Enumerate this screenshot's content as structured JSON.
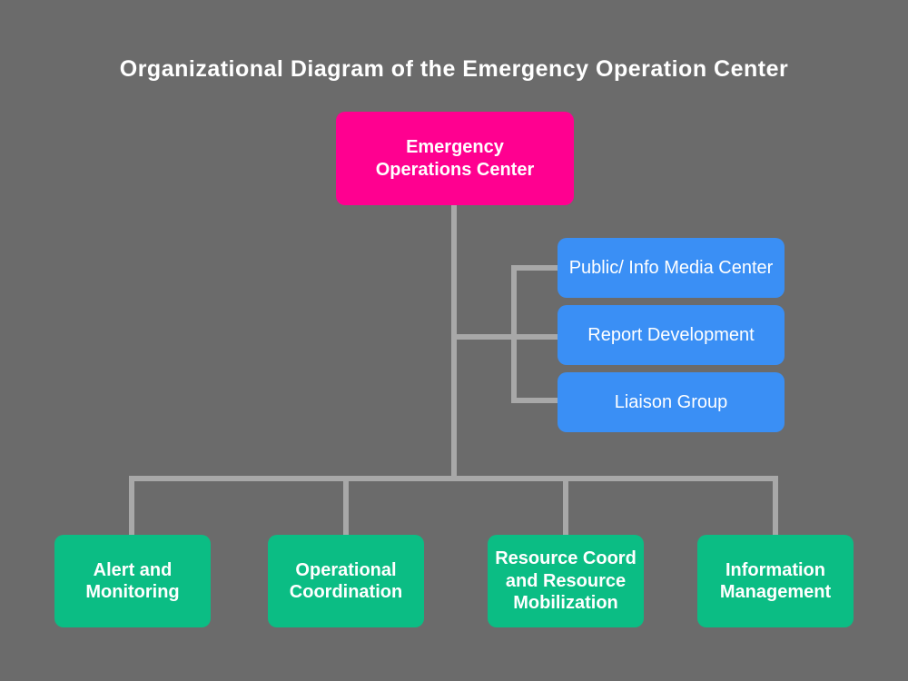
{
  "title": "Organizational Diagram of the Emergency Operation Center",
  "colors": {
    "background": "#6b6b6b",
    "root": "#ff0090",
    "support": "#3a8ff5",
    "divisions": "#0bbd84",
    "connector": "#a8a8a8"
  },
  "root": {
    "label": "Emergency\nOperations Center"
  },
  "support_units": [
    {
      "label": "Public/ Info Media Center"
    },
    {
      "label": "Report Development"
    },
    {
      "label": "Liaison Group"
    }
  ],
  "divisions": [
    {
      "label": "Alert and\nMonitoring"
    },
    {
      "label": "Operational\nCoordination"
    },
    {
      "label": "Resource Coord\nand Resource\nMobilization"
    },
    {
      "label": "Information\nManagement"
    }
  ]
}
